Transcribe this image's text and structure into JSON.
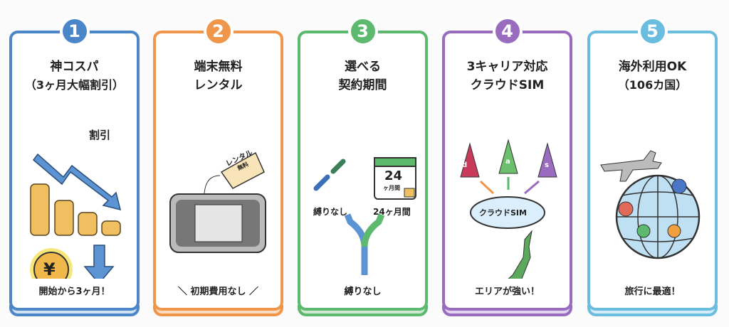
{
  "colors": {
    "c1": "#4a86c8",
    "c2": "#f0964a",
    "c3": "#5cb96e",
    "c4": "#9a6cc0",
    "c5": "#6bbde0"
  },
  "cards": [
    {
      "number": "1",
      "title_line1": "神コスパ",
      "title_line2": "（3ヶ月大幅割引）",
      "illustration_label": "割引",
      "yen": "¥",
      "footer": "開始から3ヶ月！"
    },
    {
      "number": "2",
      "title_line1": "端末無料",
      "title_line2": "レンタル",
      "tag_line1": "レンタル",
      "tag_line2": "無料",
      "footer": "初期費用なし"
    },
    {
      "number": "3",
      "title_line1": "選べる",
      "title_line2": "契約期間",
      "calendar_number": "24",
      "calendar_sub": "ヶ月間",
      "left_label": "縛りなし",
      "right_label": "24ヶ月間",
      "footer": "縛りなし"
    },
    {
      "number": "4",
      "title_line1": "3キャリア対応",
      "title_line2": "クラウドSIM",
      "towers": [
        "d",
        "a",
        "s"
      ],
      "cloud_label": "クラウドSIM",
      "footer": "エリアが強い！"
    },
    {
      "number": "5",
      "title_line1": "海外利用OK",
      "title_line2": "（106カ国）",
      "footer": "旅行に最適！"
    }
  ]
}
